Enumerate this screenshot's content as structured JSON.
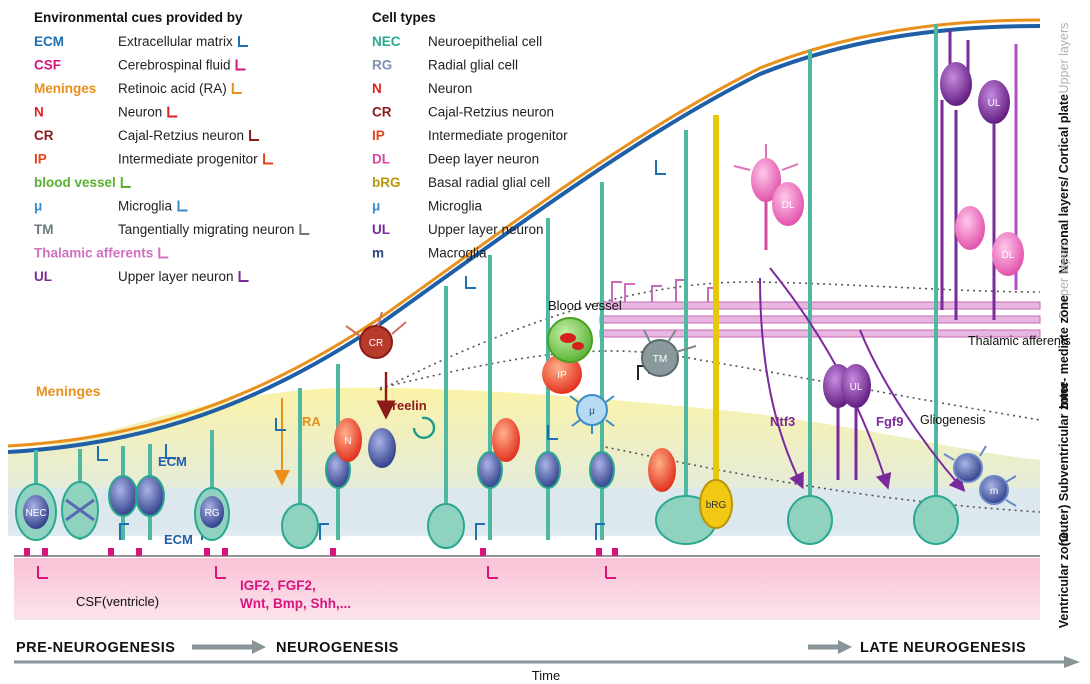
{
  "legend_cues": {
    "title": "Environmental cues provided by",
    "items": [
      {
        "abbr": "ECM",
        "label": "Extracellular matrix",
        "color": "#1f6fb3"
      },
      {
        "abbr": "CSF",
        "label": "Cerebrospinal fluid",
        "color": "#d6157f"
      },
      {
        "abbr": "Meninges",
        "label": "Retinoic acid (RA)",
        "color": "#e8901a"
      },
      {
        "abbr": "N",
        "label": "Neuron",
        "color": "#e02020"
      },
      {
        "abbr": "CR",
        "label": "Cajal-Retzius neuron",
        "color": "#8b1a1a"
      },
      {
        "abbr": "IP",
        "label": "Intermediate progenitor",
        "color": "#e8401a"
      },
      {
        "abbr": "blood vessel",
        "label": "",
        "color": "#5ab031"
      },
      {
        "abbr": "μ",
        "label": "Microglia",
        "color": "#3a8cc8"
      },
      {
        "abbr": "TM",
        "label": "Tangentially migrating neuron",
        "color": "#6b7b80"
      },
      {
        "abbr": "Thalamic afferents",
        "label": "",
        "color": "#d070c0"
      },
      {
        "abbr": "UL",
        "label": "Upper layer neuron",
        "color": "#7a2a9a"
      }
    ]
  },
  "legend_cells": {
    "title": "Cell types",
    "items": [
      {
        "abbr": "NEC",
        "label": "Neuroepithelial cell",
        "color": "#2aa890"
      },
      {
        "abbr": "RG",
        "label": "Radial glial cell",
        "color": "#8090b0"
      },
      {
        "abbr": "N",
        "label": "Neuron",
        "color": "#e02020"
      },
      {
        "abbr": "CR",
        "label": "Cajal-Retzius neuron",
        "color": "#8b1a1a"
      },
      {
        "abbr": "IP",
        "label": "Intermediate progenitor",
        "color": "#e8401a"
      },
      {
        "abbr": "DL",
        "label": "Deep layer neuron",
        "color": "#d64aa0"
      },
      {
        "abbr": "bRG",
        "label": "Basal radial glial cell",
        "color": "#b8960a"
      },
      {
        "abbr": "μ",
        "label": "Microglia",
        "color": "#3a8cc8"
      },
      {
        "abbr": "UL",
        "label": "Upper layer neuron",
        "color": "#7a2a9a"
      },
      {
        "abbr": "m",
        "label": "Macroglia",
        "color": "#2a4a7a"
      }
    ]
  },
  "zones": {
    "upper": "Upper layers",
    "neuronal": "Neuronal layers/ Cortical plate",
    "deeper": "Deeper layers",
    "intermediate": "Inter- mediate zone",
    "svz": "(Outer) Subventricular zone",
    "vz": "Ventricular zone"
  },
  "labels": {
    "meninges": "Meninges",
    "ecm1": "ECM",
    "ecm2": "ECM",
    "ra": "RA",
    "reelin": "reelin",
    "blood_vessel": "Blood vessel",
    "thalamic": "Thalamic afferents",
    "gliogenesis": "Gliogenesis",
    "ntf3": "Ntf3",
    "fgf9": "Fgf9",
    "csf": "CSF(ventricle)",
    "factors_1": "IGF2, FGF2,",
    "factors_2": "Wnt, Bmp, Shh,..."
  },
  "cell_labels": {
    "nec": "NEC",
    "rg": "RG",
    "cr": "CR",
    "n": "N",
    "ip": "IP",
    "mu": "μ",
    "tm": "TM",
    "brg": "bRG",
    "ul_mid": "UL",
    "m": "m",
    "dl1": "DL",
    "dl2": "DL",
    "ul_top": "UL"
  },
  "timeline": {
    "pre": "PRE-NEUROGENESIS",
    "neuro": "NEUROGENESIS",
    "late": "LATE NEUROGENESIS",
    "time": "Time"
  }
}
